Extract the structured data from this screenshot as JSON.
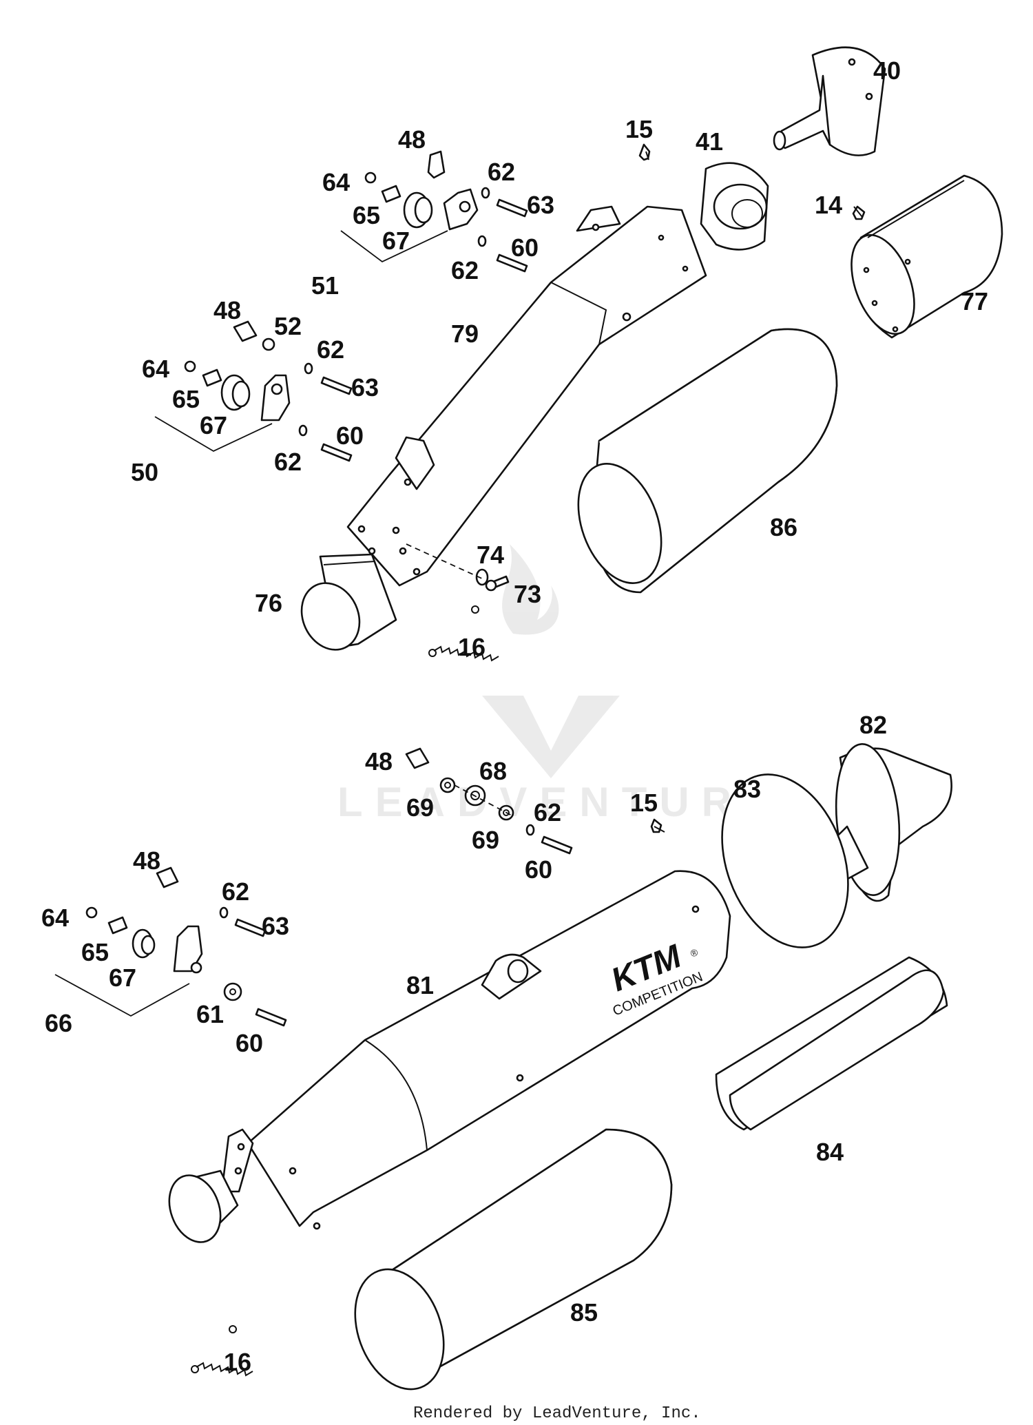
{
  "labels": {
    "l40": "40",
    "l41": "41",
    "l15a": "15",
    "l14": "14",
    "l77": "77",
    "l48a": "48",
    "l64a": "64",
    "l65a": "65",
    "l67a": "67",
    "l51": "51",
    "l62a": "62",
    "l63a": "63",
    "l60a": "60",
    "l62b": "62",
    "l79": "79",
    "l48b": "48",
    "l52": "52",
    "l64b": "64",
    "l65b": "65",
    "l67b": "67",
    "l50": "50",
    "l62c": "62",
    "l63b": "63",
    "l60b": "60",
    "l62d": "62",
    "l86": "86",
    "l74": "74",
    "l73": "73",
    "l76": "76",
    "l16a": "16",
    "l82": "82",
    "l83": "83",
    "l48c": "48",
    "l68": "68",
    "l69a": "69",
    "l69b": "69",
    "l15b": "15",
    "l62e": "62",
    "l60c": "60",
    "l48d": "48",
    "l62f": "62",
    "l63c": "63",
    "l64c": "64",
    "l65c": "65",
    "l67c": "67",
    "l66": "66",
    "l61": "61",
    "l60d": "60",
    "l81": "81",
    "l84": "84",
    "l85": "85",
    "l16b": "16"
  },
  "brand": {
    "logo": "KTM",
    "logo_reg": "®",
    "tagline": "COMPETITION"
  },
  "watermark": "LEADVENTURE",
  "footer": "Rendered by LeadVenture, Inc."
}
